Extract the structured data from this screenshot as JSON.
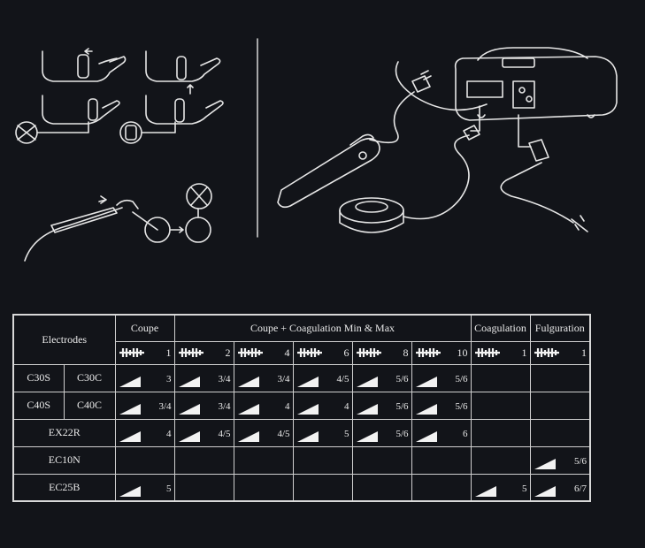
{
  "table": {
    "header": {
      "electrodes": "Electrodes",
      "coupe": "Coupe",
      "coupe_coag": "Coupe + Coagulation Min & Max",
      "coagulation": "Coagulation",
      "fulguration": "Fulguration"
    },
    "mode_numbers": [
      "1",
      "2",
      "4",
      "6",
      "8",
      "10",
      "1",
      "1"
    ],
    "rows": [
      {
        "labels": [
          "C30S",
          "C30C"
        ],
        "cells": [
          "3",
          "3/4",
          "3/4",
          "4/5",
          "5/6",
          "5/6",
          "",
          ""
        ]
      },
      {
        "labels": [
          "C40S",
          "C40C"
        ],
        "cells": [
          "3/4",
          "3/4",
          "4",
          "4",
          "5/6",
          "5/6",
          "",
          ""
        ]
      },
      {
        "labels": [
          "EX22R"
        ],
        "cells": [
          "4",
          "4/5",
          "4/5",
          "5",
          "5/6",
          "6",
          "",
          ""
        ]
      },
      {
        "labels": [
          "EC10N"
        ],
        "cells": [
          "",
          "",
          "",
          "",
          "",
          "",
          "",
          "5/6"
        ]
      },
      {
        "labels": [
          "EC25B"
        ],
        "cells": [
          "5",
          "",
          "",
          "",
          "",
          "",
          "5",
          "6/7"
        ]
      }
    ]
  },
  "colors": {
    "background": "#121419",
    "line": "#d8d8d8"
  },
  "icons": {
    "pulse": "waveform-pulse-icon",
    "wedge": "power-wedge-icon"
  }
}
